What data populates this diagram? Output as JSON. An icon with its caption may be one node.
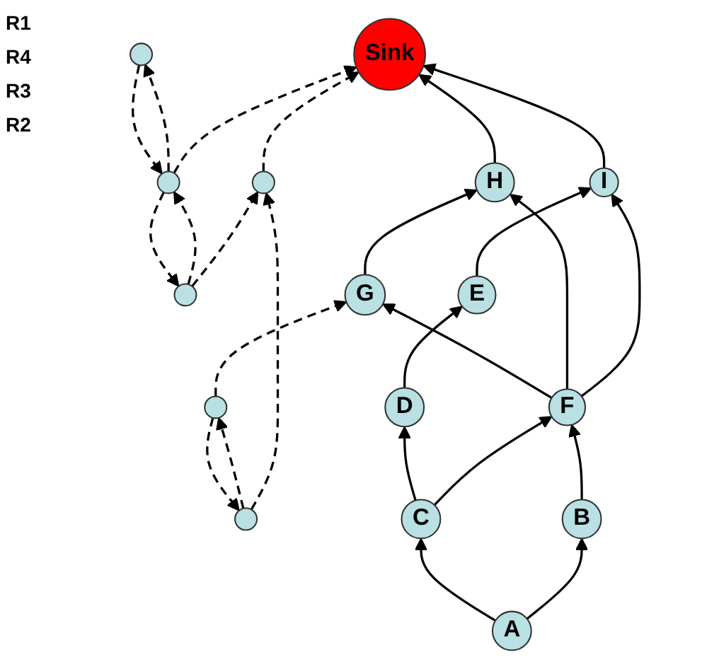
{
  "diagram": {
    "nodes": [
      {
        "text": [
          "Sink"
        ]
      },
      {
        "text": [],
        "shape": "circle"
      },
      {
        "text": [],
        "shape": "circle"
      },
      {
        "text": [],
        "shape": "circle"
      },
      {
        "text": [],
        "shape": "circle"
      },
      {
        "text": [],
        "shape": "circle"
      },
      {
        "text": [],
        "shape": "circle"
      },
      {
        "text": [
          "A"
        ]
      },
      {
        "text": [
          "B"
        ]
      },
      {
        "text": [
          "C"
        ]
      },
      {
        "text": [
          "D"
        ]
      },
      {
        "text": [
          "E"
        ]
      },
      {
        "text": [
          "F"
        ]
      },
      {
        "text": [
          "G"
        ]
      },
      {
        "text": [
          "H"
        ]
      },
      {
        "text": [
          "I"
        ]
      }
    ],
    "edges": [
      {
        "from": 1,
        "to": 4,
        "arrow": "to",
        "style": "dashed"
      },
      {
        "from": 4,
        "to": 0,
        "arrow": "to",
        "style": "dashed"
      },
      {
        "from": 5,
        "to": 4,
        "arrow": "to",
        "style": "dashed"
      },
      {
        "from": 1,
        "to": 2,
        "arrow": "to",
        "style": "dashed"
      },
      {
        "from": 2,
        "to": 1,
        "arrow": "to",
        "style": "dashed"
      },
      {
        "from": 2,
        "to": 0,
        "arrow": "to",
        "style": "dashed"
      },
      {
        "from": 2,
        "to": 3,
        "arrow": "to",
        "style": "dashed"
      },
      {
        "from": 3,
        "to": 2,
        "arrow": "to",
        "style": "dashed"
      },
      {
        "from": 5,
        "to": 6,
        "arrow": "to",
        "style": "dashed"
      },
      {
        "from": 6,
        "to": 5,
        "arrow": "to",
        "style": "dashed"
      },
      {
        "from": 6,
        "to": 13,
        "arrow": "to",
        "style": "dashed"
      },
      {
        "from": 7,
        "to": 8,
        "arrow": "to"
      },
      {
        "from": 7,
        "to": 9,
        "arrow": "to"
      },
      {
        "from": 8,
        "to": 12,
        "arrow": "to"
      },
      {
        "from": 9,
        "to": 12,
        "arrow": "to"
      },
      {
        "from": 9,
        "to": 10,
        "arrow": "to"
      },
      {
        "from": 10,
        "to": 11,
        "arrow": "to"
      },
      {
        "from": 11,
        "to": 15,
        "arrow": "to"
      },
      {
        "from": 12,
        "to": 15,
        "arrow": "to"
      },
      {
        "from": 12,
        "to": 14,
        "arrow": "to"
      },
      {
        "from": 12,
        "to": 13,
        "arrow": "to"
      },
      {
        "from": 13,
        "to": 14,
        "arrow": "to"
      },
      {
        "from": 14,
        "to": 0,
        "arrow": "to"
      },
      {
        "from": 15,
        "to": 0,
        "arrow": "to"
      }
    ],
    "labels": [
      "R1",
      "R4",
      "R3",
      "R2"
    ]
  }
}
